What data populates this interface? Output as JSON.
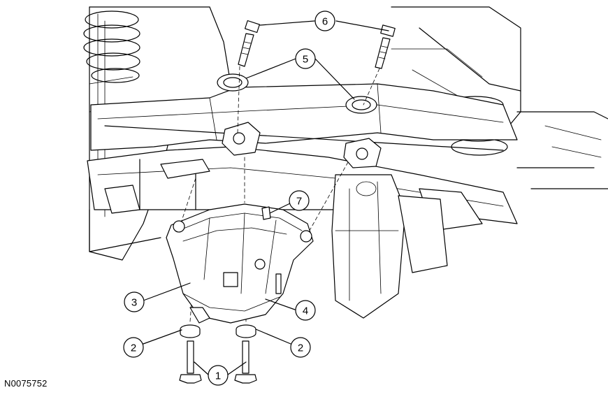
{
  "figure_id": "N0075752",
  "callouts": [
    {
      "label": "1"
    },
    {
      "label": "2"
    },
    {
      "label": "2"
    },
    {
      "label": "3"
    },
    {
      "label": "4"
    },
    {
      "label": "5"
    },
    {
      "label": "6"
    },
    {
      "label": "7"
    }
  ]
}
